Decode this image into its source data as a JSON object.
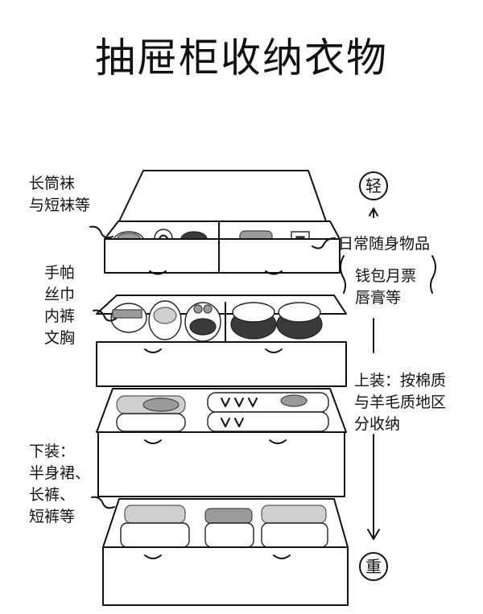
{
  "title": "抽屉柜收纳衣物",
  "labels": {
    "socks": [
      "长筒袜",
      "与短袜等"
    ],
    "daily": [
      "日常随身物品"
    ],
    "daily_examples": [
      "钱包月票",
      "唇膏等"
    ],
    "small": [
      "手帕",
      "丝巾",
      "内裤",
      "文胸"
    ],
    "tops": [
      "上装：按棉质",
      "与羊毛质地区",
      "分收纳"
    ],
    "bottoms": [
      "下装：",
      "半身裙、",
      "长裤、",
      "短裤等"
    ]
  },
  "scale": {
    "top": "轻",
    "bottom": "重"
  }
}
